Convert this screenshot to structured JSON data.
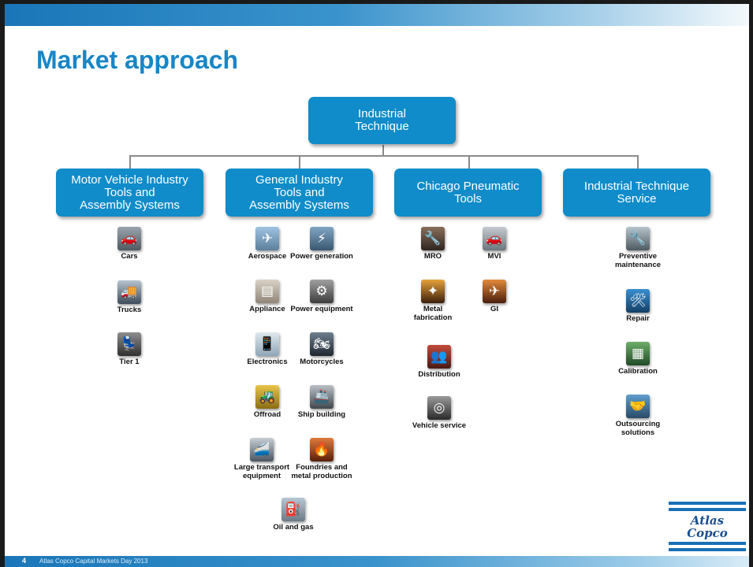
{
  "title": "Market approach",
  "root": {
    "label": "Industrial\nTechnique"
  },
  "divisions": [
    {
      "label": "Motor Vehicle Industry\nTools and\nAssembly Systems",
      "items": [
        {
          "label": "Cars",
          "icon": "car-icon"
        },
        {
          "label": "Trucks",
          "icon": "truck-icon"
        },
        {
          "label": "Tier 1",
          "icon": "car-seat-icon"
        }
      ]
    },
    {
      "label": "General Industry\nTools and\nAssembly Systems",
      "items": [
        {
          "label": "Aerospace",
          "icon": "airplane-icon"
        },
        {
          "label": "Power generation",
          "icon": "power-plant-icon"
        },
        {
          "label": "Appliance",
          "icon": "appliance-icon"
        },
        {
          "label": "Power equipment",
          "icon": "generator-icon"
        },
        {
          "label": "Electronics",
          "icon": "smartphone-icon"
        },
        {
          "label": "Motorcycles",
          "icon": "motorcycle-icon"
        },
        {
          "label": "Offroad",
          "icon": "dump-truck-icon"
        },
        {
          "label": "Ship building",
          "icon": "ship-icon"
        },
        {
          "label": "Large transport\nequipment",
          "icon": "train-icon"
        },
        {
          "label": "Foundries and\nmetal production",
          "icon": "molten-metal-icon"
        },
        {
          "label": "Oil and gas",
          "icon": "oil-rig-icon"
        }
      ]
    },
    {
      "label": "Chicago Pneumatic\nTools",
      "items": [
        {
          "label": "MRO",
          "icon": "mechanic-icon"
        },
        {
          "label": "MVI",
          "icon": "car-icon"
        },
        {
          "label": "Metal\nfabrication",
          "icon": "sparks-icon"
        },
        {
          "label": "GI",
          "icon": "airplane-icon"
        },
        {
          "label": "Distribution",
          "icon": "people-icon"
        },
        {
          "label": "Vehicle service",
          "icon": "wheel-icon"
        }
      ]
    },
    {
      "label": "Industrial Technique\nService",
      "items": [
        {
          "label": "Preventive\nmaintenance",
          "icon": "wrench-icon"
        },
        {
          "label": "Repair",
          "icon": "technician-icon"
        },
        {
          "label": "Calibration",
          "icon": "circuit-board-icon"
        },
        {
          "label": "Outsourcing\nsolutions",
          "icon": "handshake-icon"
        }
      ]
    }
  ],
  "logo": {
    "text": "Atlas Copco",
    "color": "#1a4f8f"
  },
  "footer": {
    "page": "4",
    "text": "Atlas Copco Capital Markets Day 2013"
  },
  "colors": {
    "box": "#0f8cc9",
    "title": "#1786c7",
    "connector": "#8a8a8a"
  }
}
